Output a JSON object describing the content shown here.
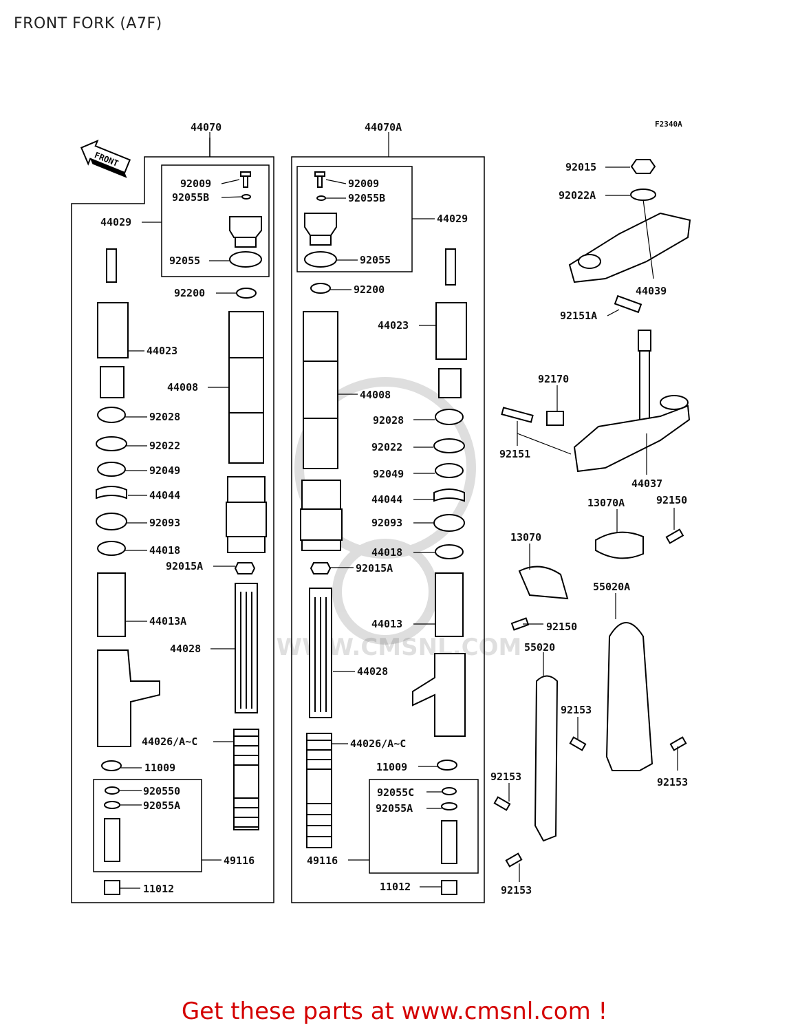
{
  "title": "FRONT FORK (A7F)",
  "figure_code": "F2340A",
  "front_arrow_label": "FRONT",
  "watermark": "WWW.CMSNL.COM",
  "footer_text": "Get these parts at www.cmsnl.com !",
  "parts": {
    "p44070": "44070",
    "p44070A": "44070A",
    "l92009": "92009",
    "l92055B": "92055B",
    "l44029": "44029",
    "l92055": "92055",
    "l92200": "92200",
    "l44023": "44023",
    "l44008": "44008",
    "l92028": "92028",
    "l92022": "92022",
    "l92049": "92049",
    "l44044": "44044",
    "l92093": "92093",
    "l44018": "44018",
    "l92015A": "92015A",
    "l44013A": "44013A",
    "l44028": "44028",
    "l44026": "44026/A~C",
    "l11009": "11009",
    "l92055C_left": "920550",
    "l92055A": "92055A",
    "l49116": "49116",
    "l11012": "11012",
    "r92009": "92009",
    "r92055B": "92055B",
    "r44029": "44029",
    "r92055": "92055",
    "r92200": "92200",
    "r44023": "44023",
    "r44008": "44008",
    "r92028": "92028",
    "r92022": "92022",
    "r92049": "92049",
    "r44044": "44044",
    "r92093": "92093",
    "r44018": "44018",
    "r92015A": "92015A",
    "r44013": "44013",
    "r44028": "44028",
    "r44026": "44026/A~C",
    "r11009": "11009",
    "r92055C": "92055C",
    "r92055A": "92055A",
    "r49116": "49116",
    "r11012": "11012",
    "s92015": "92015",
    "s92022A": "92022A",
    "s44039": "44039",
    "s92151A": "92151A",
    "s92170": "92170",
    "s92151": "92151",
    "s44037": "44037",
    "s13070A": "13070A",
    "s92150a": "92150",
    "s13070": "13070",
    "s92150b": "92150",
    "s55020A": "55020A",
    "s55020": "55020",
    "s92153a": "92153",
    "s92153b": "92153",
    "s92153c": "92153",
    "s92153d": "92153"
  }
}
